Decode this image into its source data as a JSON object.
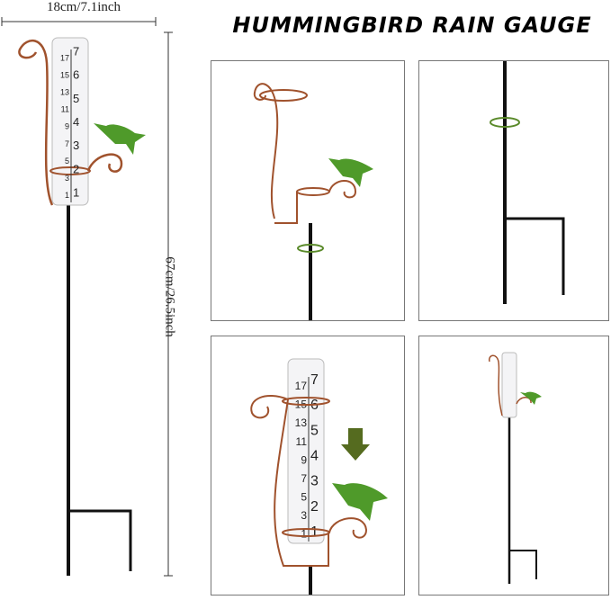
{
  "title": "HUMMINGBIRD RAIN GAUGE",
  "dimensions": {
    "width_label": "18cm/7.1inch",
    "height_label": "67cm/26.5inch"
  },
  "gauge_scale": {
    "inch_marks": [
      "7",
      "6",
      "5",
      "4",
      "3",
      "2",
      "1"
    ],
    "cm_marks": [
      "17",
      "15",
      "13",
      "11",
      "9",
      "7",
      "5",
      "3",
      "1"
    ]
  },
  "colors": {
    "copper": "#a0522d",
    "bird_green": "#4f9a2a",
    "arrow_green": "#556b1f",
    "stake": "#111111"
  }
}
